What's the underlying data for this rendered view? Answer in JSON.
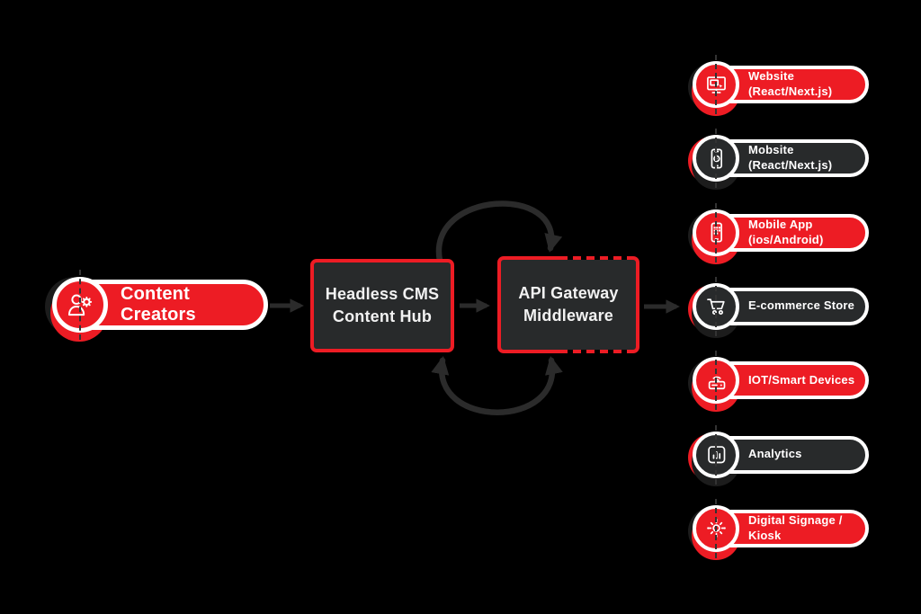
{
  "colors": {
    "red": "#ED1C24",
    "dark": "#282A2B",
    "arrow": "#2B2B2B",
    "white": "#FFFFFF",
    "background": "#000000"
  },
  "source": {
    "label": "Content Creators",
    "icon": "content-creators-icon"
  },
  "hub": {
    "line1": "Headless CMS",
    "line2": "Content Hub"
  },
  "gateway": {
    "line1": "API Gateway",
    "line2": "Middleware"
  },
  "channels": [
    {
      "line1": "Website",
      "line2": "(React/Next.js)",
      "variant": "red",
      "icon": "website-icon"
    },
    {
      "line1": "Mobsite",
      "line2": "(React/Next.js)",
      "variant": "dark",
      "icon": "mobsite-icon"
    },
    {
      "line1": "Mobile App",
      "line2": "(ios/Android)",
      "variant": "red",
      "icon": "mobile-app-icon"
    },
    {
      "line1": "E-commerce Store",
      "line2": "",
      "variant": "dark",
      "icon": "ecommerce-cart-icon"
    },
    {
      "line1": "IOT/Smart Devices",
      "line2": "",
      "variant": "red",
      "icon": "iot-device-icon"
    },
    {
      "line1": "Analytics",
      "line2": "",
      "variant": "dark",
      "icon": "analytics-chart-icon"
    },
    {
      "line1": "Digital Signage /",
      "line2": "Kiosk",
      "variant": "red",
      "icon": "digital-signage-icon"
    }
  ]
}
